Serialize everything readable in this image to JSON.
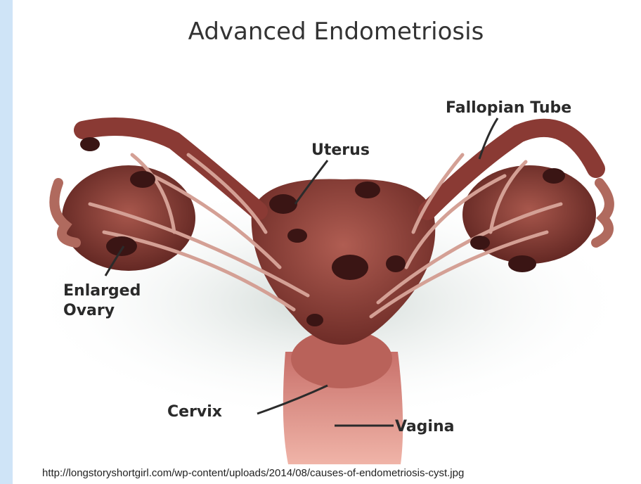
{
  "diagram": {
    "title": "Advanced Endometriosis",
    "labels": {
      "fallopian_tube": "Fallopian Tube",
      "uterus": "Uterus",
      "ovary_line1": "Enlarged",
      "ovary_line2": "Ovary",
      "cervix": "Cervix",
      "vagina": "Vagina"
    },
    "source_url": "http://longstoryshortgirl.com/wp-content/uploads/2014/08/causes-of-endometriosis-cyst.jpg"
  },
  "colors": {
    "background": "#cfe4f7",
    "tissue": "#8a3a34",
    "tissue_light": "#c98a7e",
    "lesion": "#3a1514",
    "vagina": "#dd8c80"
  }
}
